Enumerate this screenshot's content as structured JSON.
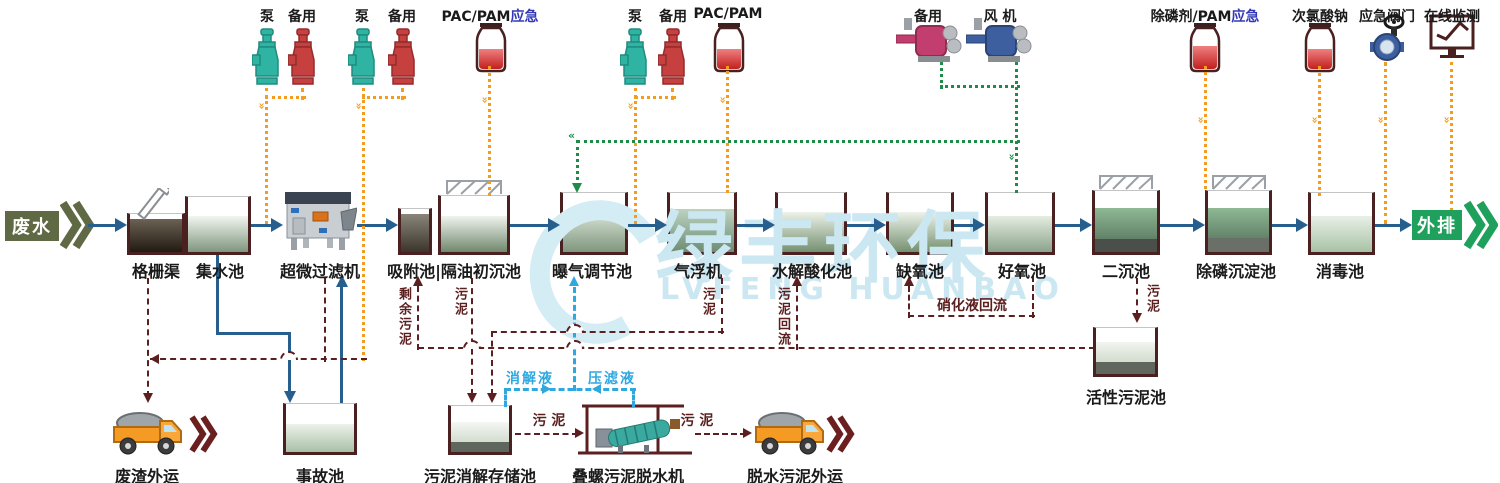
{
  "source_label": "废水",
  "discharge_label": "外排",
  "watermark": {
    "cn": "绿丰环保",
    "en": "LVFENG HUANBAO"
  },
  "colors": {
    "flow_blue": "#265E8E",
    "sludge_red": "#5C1F1F",
    "dosing_orange": "#F49C1F",
    "air_green": "#1E8C46",
    "return_cyan": "#2FA8E0",
    "source_olive": "#5F6A45",
    "discharge_green": "#1FA05C",
    "tank_border": "#4A2020"
  },
  "top_row": {
    "group1_pump": "泵",
    "group1_backup": "备用",
    "group2_pump": "泵",
    "group2_backup": "备用",
    "pac_emergency_main": "PAC/PAM",
    "pac_emergency_accent": "应急",
    "group3_pump": "泵",
    "group3_backup": "备用",
    "pac_main": "PAC/PAM",
    "blower_backup": "备用",
    "blower_fan": "风 机",
    "phos_main": "除磷剂/PAM",
    "phos_accent": "应急",
    "naclo": "次氯酸钠",
    "valve": "应急阀门",
    "monitor": "在线监测"
  },
  "tanks": {
    "grid": "格栅渠",
    "collect": "集水池",
    "ultrafilter": "超微过滤机",
    "adsorption": "吸附池|隔油初沉池",
    "aeration": "曝气调节池",
    "flotation": "气浮机",
    "hydrolysis": "水解酸化池",
    "anoxic": "缺氧池",
    "aerobic": "好氧池",
    "secondary": "二沉池",
    "phos_sed": "除磷沉淀池",
    "disinfect": "消毒池"
  },
  "bottom_row": {
    "waste_truck": "废渣外运",
    "accident": "事故池",
    "digestion": "污泥消解存储池",
    "dewaterer": "叠螺污泥脱水机",
    "sludge_truck": "脱水污泥外运",
    "activated": "活性污泥池"
  },
  "streams": {
    "surplus": "剩余污泥",
    "sludge_adsorption": "污泥",
    "sludge_flotation": "污泥",
    "sludge_return": "污泥回流",
    "nitrified_return": "硝化液回流",
    "sludge_secondary": "污泥",
    "sludge_to_dewaterer": "污 泥",
    "sludge_to_truck": "污 泥",
    "digestion_liquid": "消解液",
    "filtrate": "压滤液"
  }
}
